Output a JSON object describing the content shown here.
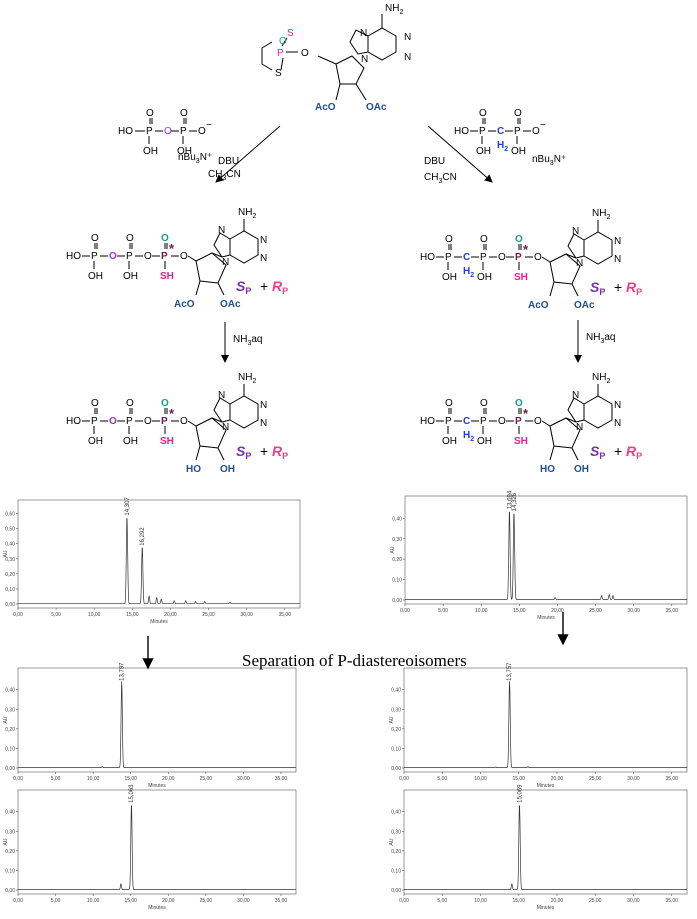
{
  "labels": {
    "nh2": "NH",
    "two": "2",
    "n": "N",
    "o": "O",
    "s": "S",
    "p": "P",
    "oh": "OH",
    "ho": "HO",
    "sh": "SH",
    "c": "C",
    "h2": "H",
    "aco": "AcO",
    "oac": "OAc",
    "star": "*",
    "neg": "−",
    "ohm": "O",
    "sp": "S",
    "spsub": "P",
    "rp": "R",
    "rpsub": "P",
    "plus": "+"
  },
  "reagents": {
    "left_salt": "nBu",
    "left_salt_sub": "3",
    "left_salt_end": "N⁺",
    "dbu": "DBU",
    "ch3cn_a": "CH",
    "ch3cn_sub": "3",
    "ch3cn_b": "CN",
    "nh3": "NH",
    "nh3_sub": "3",
    "nh3_end": "aq"
  },
  "separation_title": "Separation of P-diastereoisomers",
  "colors": {
    "pink": "#e91e8c",
    "teal": "#1a9a8a",
    "purple": "#9b30d9",
    "blue": "#1f3fd8",
    "navy": "#1d4f91",
    "sp": "#7b2fa8",
    "rp": "#e8408f",
    "star": "#6b1a4d"
  },
  "chromatograms": [
    {
      "id": "top-left",
      "ylabel": "AU",
      "xlabel": "Minutes",
      "yticks": [
        "0,00",
        "0,10",
        "0,20",
        "0,30",
        "0,40",
        "0,50",
        "0,60"
      ],
      "xticks": [
        "0,00",
        "5,00",
        "10,00",
        "15,00",
        "20,00",
        "25,00",
        "30,00",
        "35,00"
      ],
      "peaks": [
        {
          "time": "14,307",
          "label": "14,307"
        },
        {
          "time": "16,292",
          "label": "16,292"
        }
      ]
    },
    {
      "id": "top-right",
      "ylabel": "AU",
      "xlabel": "Minutes",
      "yticks": [
        "0,00",
        "0,10",
        "0,20",
        "0,30",
        "0,40"
      ],
      "xticks": [
        "0,00",
        "5,00",
        "10,00",
        "15,00",
        "20,00",
        "25,00",
        "30,00",
        "35,00"
      ],
      "peaks": [
        {
          "time": "13,694",
          "label": "13,694"
        },
        {
          "time": "14,326",
          "label": "14,326"
        }
      ]
    },
    {
      "id": "mid-left",
      "ylabel": "AU",
      "xlabel": "Minutes",
      "yticks": [
        "0,00",
        "0,10",
        "0,20",
        "0,30",
        "0,40"
      ],
      "xticks": [
        "0,00",
        "5,00",
        "10,00",
        "15,00",
        "20,00",
        "25,00",
        "30,00",
        "35,00"
      ],
      "peaks": [
        {
          "time": "13,797",
          "label": "13,797"
        }
      ]
    },
    {
      "id": "mid-right",
      "ylabel": "AU",
      "xlabel": "Minutes",
      "yticks": [
        "0,00",
        "0,10",
        "0,20",
        "0,30",
        "0,40"
      ],
      "xticks": [
        "0,00",
        "5,00",
        "10,00",
        "15,00",
        "20,00",
        "25,00",
        "30,00",
        "35,00"
      ],
      "peaks": [
        {
          "time": "13,757",
          "label": "13,757"
        }
      ]
    },
    {
      "id": "bot-left",
      "ylabel": "AU",
      "xlabel": "Minutes",
      "yticks": [
        "0,00",
        "0,10",
        "0,20",
        "0,30",
        "0,40"
      ],
      "xticks": [
        "0,00",
        "5,00",
        "10,00",
        "15,00",
        "20,00",
        "25,00",
        "30,00",
        "35,00"
      ],
      "peaks": [
        {
          "time": "15,063",
          "label": "15,063"
        }
      ]
    },
    {
      "id": "bot-right",
      "ylabel": "AU",
      "xlabel": "Minutes",
      "yticks": [
        "0,00",
        "0,10",
        "0,20",
        "0,30",
        "0,40"
      ],
      "xticks": [
        "0,00",
        "5,00",
        "10,00",
        "15,00",
        "20,00",
        "25,00",
        "30,00",
        "35,00"
      ],
      "peaks": [
        {
          "time": "15,069",
          "label": "15,069"
        }
      ]
    }
  ]
}
